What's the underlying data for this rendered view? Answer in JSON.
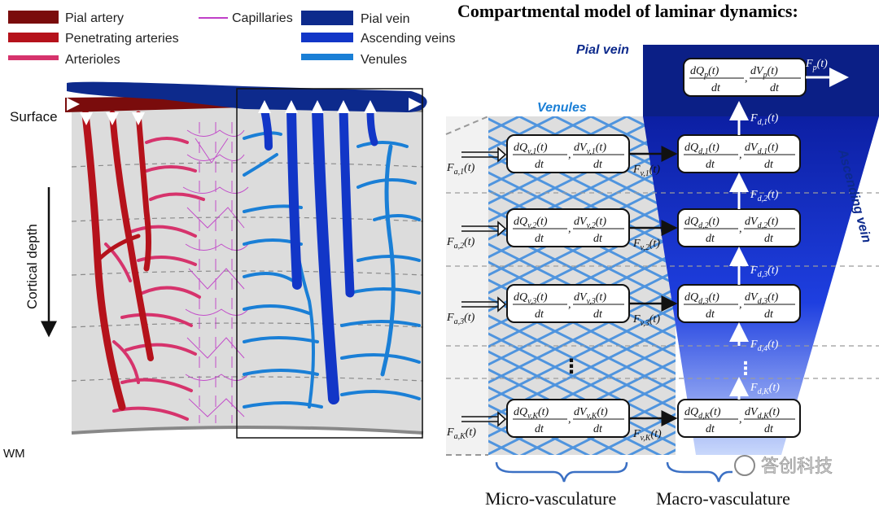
{
  "legend": {
    "pial_artery": "Pial artery",
    "penetrating_arteries": "Penetrating arteries",
    "arterioles": "Arterioles",
    "capillaries": "Capillaries",
    "pial_vein": "Pial vein",
    "ascending_veins": "Ascending veins",
    "venules": "Venules"
  },
  "left_panel": {
    "surface_label": "Surface",
    "depth_label": "Cortical depth",
    "wm_label": "WM"
  },
  "right_panel": {
    "title": "Compartmental model of  laminar dynamics:",
    "pial_vein_label": "Pial vein",
    "venules_label": "Venules",
    "ascending_vein_label": "Ascending vein",
    "micro_label": "Micro-vasculature",
    "macro_label": "Macro-vasculature",
    "dots": "⋮"
  },
  "colors": {
    "pial_artery": "#7a0c0c",
    "penetrating": "#b5121b",
    "arterioles": "#d6336c",
    "capillaries": "#c03fc8",
    "pial_vein": "#0d2a8c",
    "ascending": "#1236c7",
    "venules": "#1a7fd6",
    "tissue": "#dcdcdc"
  },
  "watermark": "答创科技",
  "model": {
    "pial": {
      "q": "dQ",
      "qs": "p",
      "v": "dV",
      "vs": "p",
      "t": "(t)",
      "den": "dt",
      "out_flow": "F",
      "out_sub": "p",
      "out_t": "(t)"
    },
    "rows": [
      {
        "fa_sub": "a,1",
        "v_sub": "v,1",
        "fv_sub": "v,1",
        "d_sub": "d,1",
        "fd_sub": "d,1"
      },
      {
        "fa_sub": "a,2",
        "v_sub": "v,2",
        "fv_sub": "v,2",
        "d_sub": "d,2",
        "fd_sub": "d,2"
      },
      {
        "fa_sub": "a,3",
        "v_sub": "v,3",
        "fv_sub": "v,3",
        "d_sub": "d,3",
        "fd_sub": "d,3"
      },
      {
        "fa_sub": "a,K",
        "v_sub": "v,K",
        "fv_sub": "v,K",
        "d_sub": "d,K",
        "fd_sub": "d,K"
      }
    ],
    "extra_fd_sub": "d,4",
    "letter_f": "F",
    "letter_q": "dQ",
    "letter_v": "dV",
    "time": "(t)",
    "dt": "dt",
    "comma": ","
  }
}
